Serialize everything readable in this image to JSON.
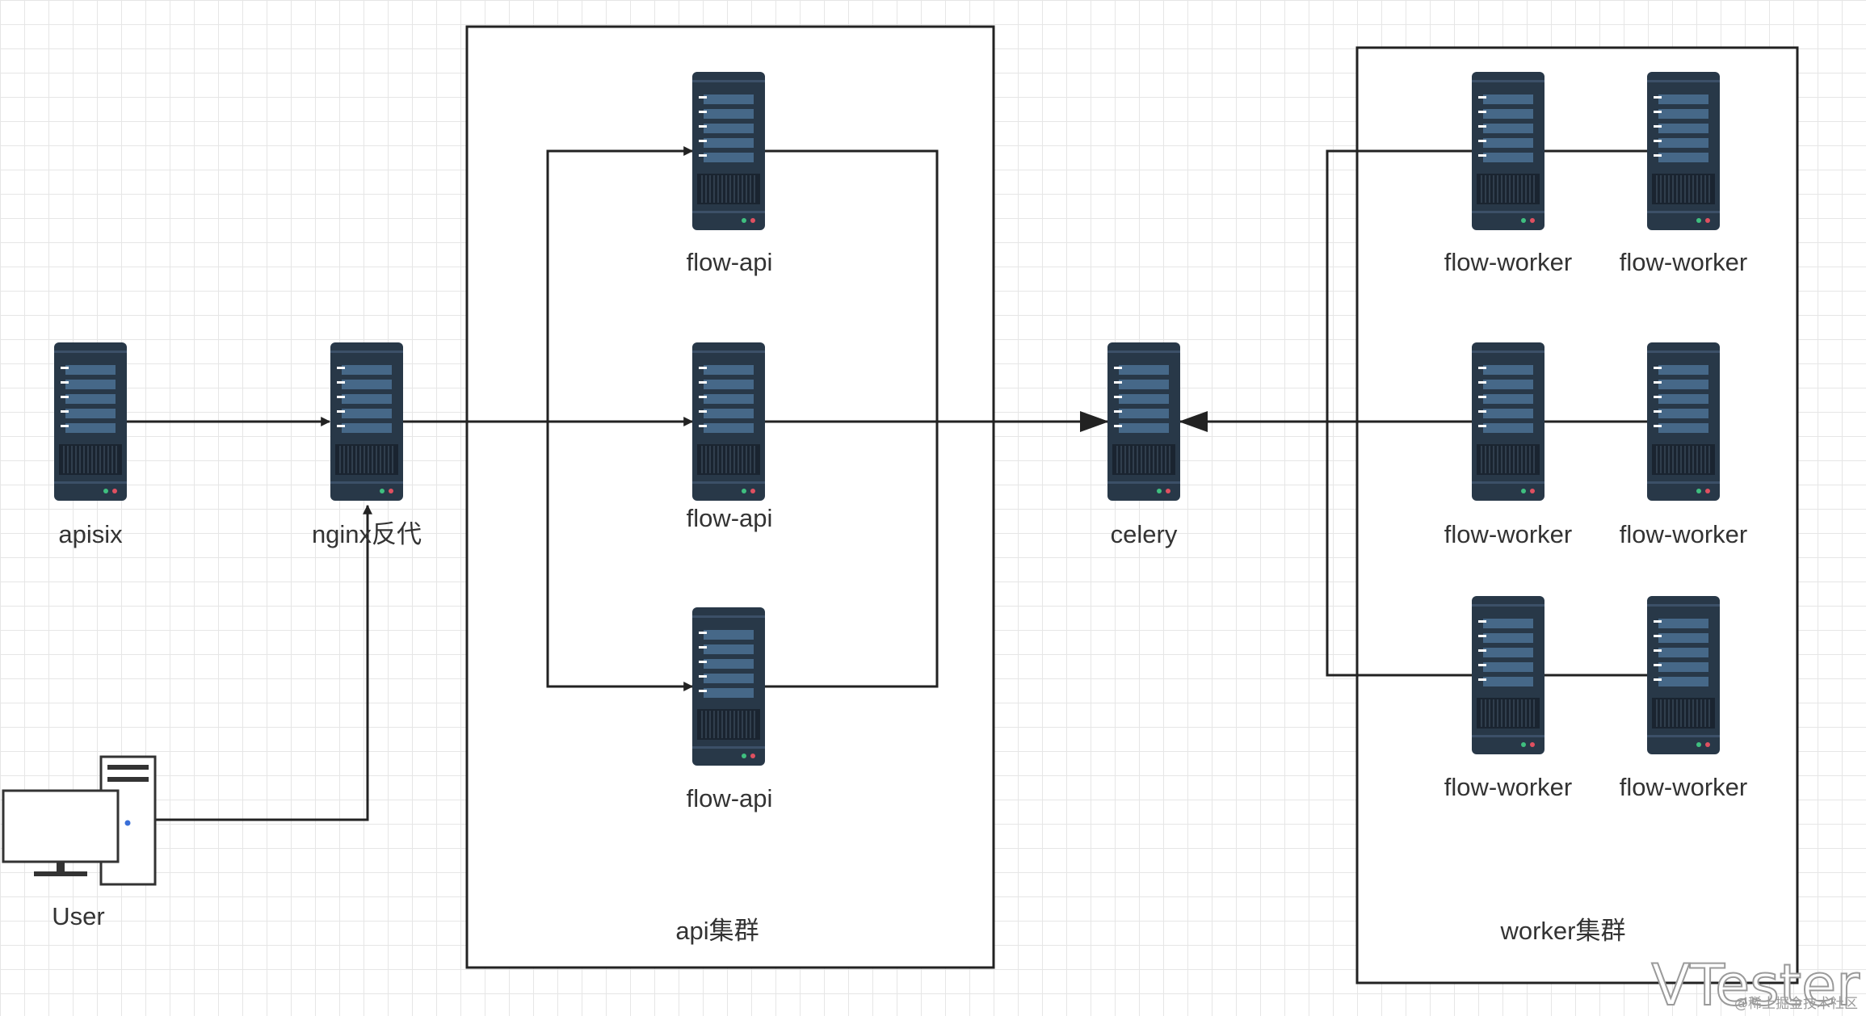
{
  "groups": {
    "api": "api集群",
    "worker": "worker集群"
  },
  "nodes": {
    "apisix": "apisix",
    "nginx": "nginx反代",
    "celery": "celery",
    "user": "User",
    "api": [
      "flow-api",
      "flow-api",
      "flow-api"
    ],
    "workers": [
      "flow-worker",
      "flow-worker",
      "flow-worker",
      "flow-worker",
      "flow-worker",
      "flow-worker"
    ]
  },
  "watermark": {
    "brand": "VTester",
    "sub": "@稀土掘金技术社区"
  },
  "colors": {
    "server_body": "#283848",
    "server_bar": "#466888",
    "line": "#222222"
  }
}
